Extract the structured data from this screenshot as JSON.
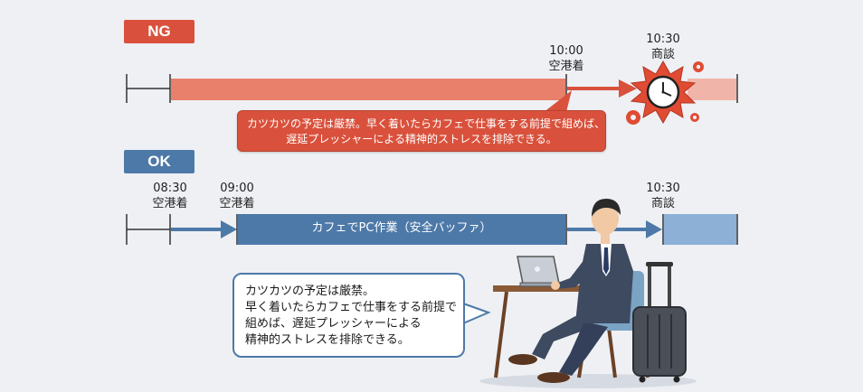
{
  "ng": {
    "badge": "NG",
    "arrival_time": "10:00",
    "arrival_label": "空港着",
    "meeting_time": "10:30",
    "meeting_label": "商談",
    "callout_lines": [
      "カツカツの予定は厳禁。早く着いたらカフェで仕事をする前提で組めば、",
      "遅延プレッシャーによる精神的ストレスを排除できる。"
    ]
  },
  "ok": {
    "badge": "OK",
    "arrival1_time": "08:30",
    "arrival1_label": "空港着",
    "arrival2_time": "09:00",
    "arrival2_label": "空港着",
    "meeting_time": "10:30",
    "meeting_label": "商談",
    "bar_label": "カフェでPC作業（安全バッファ）",
    "bubble_lines": [
      "カツカツの予定は厳禁。",
      "早く着いたらカフェで仕事をする前提で",
      "組めば、遅延プレッシャーによる",
      "精神的ストレスを排除できる。"
    ]
  },
  "colors": {
    "ng_accent": "#d9513c",
    "ng_bar": "#e8806c",
    "ok_accent": "#4d79a8",
    "ok_bar_light": "#8db0d6"
  }
}
